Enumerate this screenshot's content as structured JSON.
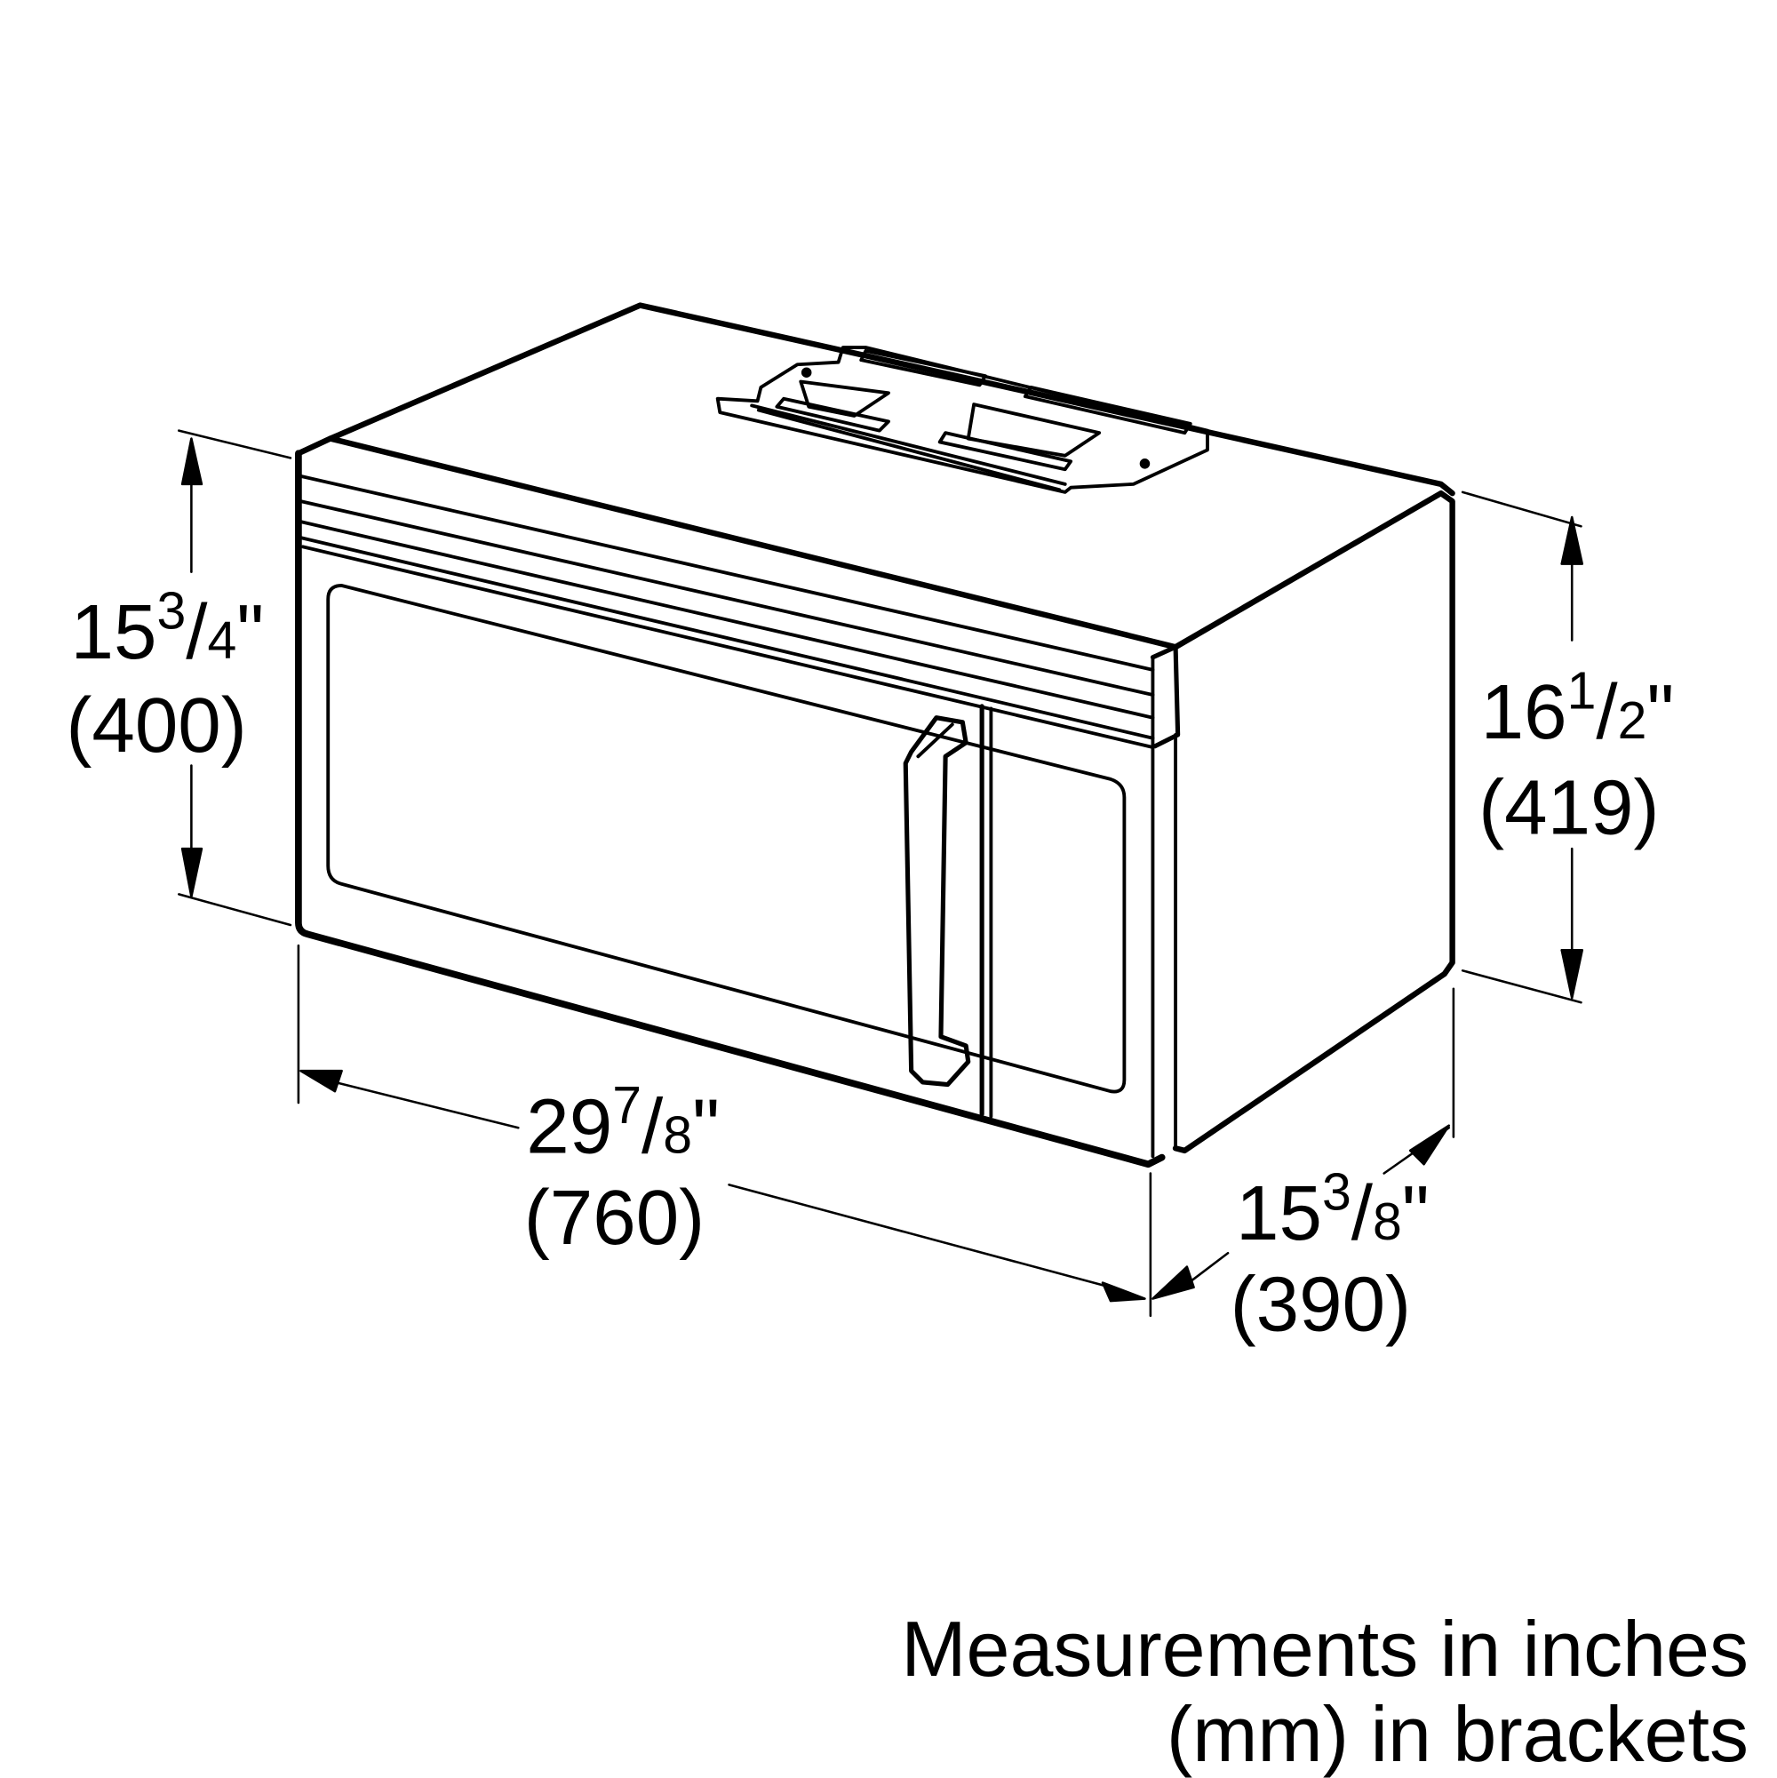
{
  "diagram": {
    "subject": "over-the-range microwave dimension drawing",
    "line_color": "#000000",
    "background": "#ffffff"
  },
  "dimensions": {
    "left_height": {
      "whole": "15",
      "num": "3",
      "den": "4",
      "unit": "\"",
      "mm": "(400)"
    },
    "right_height": {
      "whole": "16",
      "num": "1",
      "den": "2",
      "unit": "\"",
      "mm": "(419)"
    },
    "width": {
      "whole": "29",
      "num": "7",
      "den": "8",
      "unit": "\"",
      "mm": "(760)"
    },
    "depth": {
      "whole": "15",
      "num": "3",
      "den": "8",
      "unit": "\"",
      "mm": "(390)"
    }
  },
  "note": {
    "line1": "Measurements in inches",
    "line2": "(mm) in brackets"
  }
}
